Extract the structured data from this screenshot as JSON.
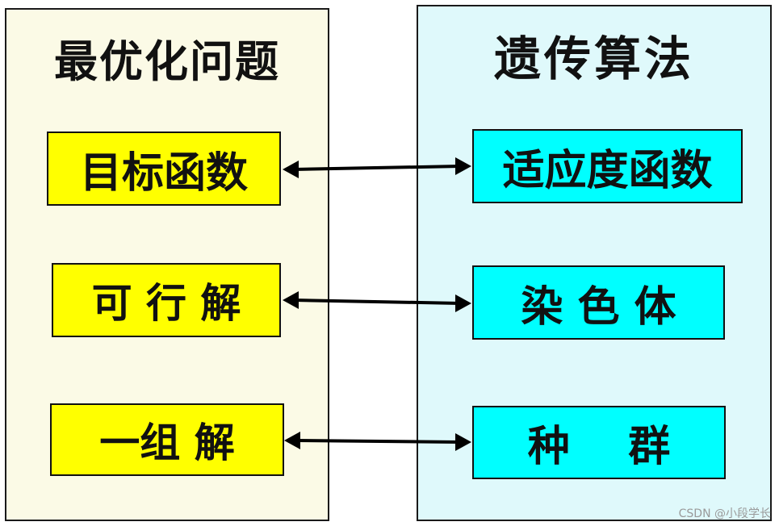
{
  "left": {
    "title": "最优化问题",
    "items": [
      "目标函数",
      "可 行 解",
      "一组 解"
    ]
  },
  "right": {
    "title": "遗传算法",
    "items": [
      "适应度函数",
      "染 色 体",
      "种    群"
    ]
  },
  "colors": {
    "left_panel_bg": "#fbfae6",
    "right_panel_bg": "#dff9fb",
    "left_box": "#ffff00",
    "right_box": "#00ffff",
    "arrow": "#000000"
  },
  "watermark": "CSDN @小段学长"
}
